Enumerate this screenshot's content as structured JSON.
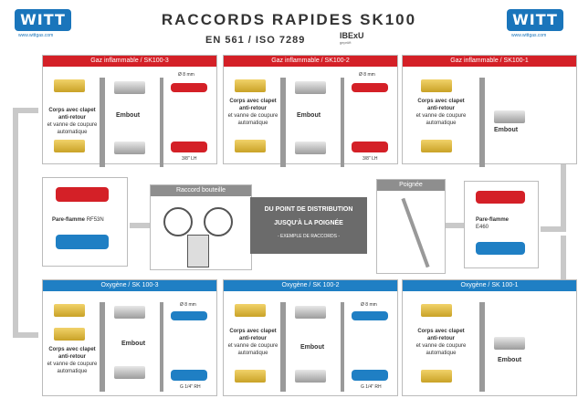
{
  "header": {
    "logo_left": "WITT",
    "logo_left_url": "www.wittgas.com",
    "logo_right": "WITT",
    "logo_right_url": "www.wittgas.com",
    "title": "RACCORDS RAPIDES SK100",
    "subtitle": "EN 561 / ISO 7289",
    "ibexu": "IBExU",
    "ibexu_sub": "geprüft"
  },
  "panels": {
    "red1": {
      "title": "Gaz inflammable / SK100-3",
      "body": "Corps avec clapet",
      "body2": "anti-retour",
      "body3": "et vanne de coupure automatique",
      "embout": "Embout",
      "size1": "Ø 8 mm",
      "size2": "3/8\" LH"
    },
    "red2": {
      "title": "Gaz inflammable / SK100-2",
      "body": "Corps avec clapet",
      "body2": "anti-retour",
      "body3": "et vanne de coupure automatique",
      "embout": "Embout",
      "size1": "Ø 8 mm",
      "size2": "3/8\" LH"
    },
    "red3": {
      "title": "Gaz inflammable / SK100-1",
      "body": "Corps avec clapet",
      "body2": "anti-retour",
      "body3": "et vanne de coupure automatique",
      "embout": "Embout"
    },
    "blue1": {
      "title": "Oxygène / SK 100-3",
      "body": "Corps avec clapet",
      "body2": "anti-retour",
      "body3": "et vanne de coupure automatique",
      "embout": "Embout",
      "size1": "Ø 8 mm",
      "size2": "G 1/4\" RH"
    },
    "blue2": {
      "title": "Oxygène / SK 100-2",
      "body": "Corps avec clapet",
      "body2": "anti-retour",
      "body3": "et vanne de coupure automatique",
      "embout": "Embout",
      "size1": "Ø 8 mm",
      "size2": "G 1/4\" RH"
    },
    "blue3": {
      "title": "Oxygène / SK 100-1",
      "body": "Corps avec clapet",
      "body2": "anti-retour",
      "body3": "et vanne de coupure automatique",
      "embout": "Embout"
    }
  },
  "left_box": {
    "label": "Pare-flamme",
    "model": "RF53N"
  },
  "right_box": {
    "label": "Pare-flamme",
    "model": "E460"
  },
  "bouteille": {
    "title": "Raccord bouteille"
  },
  "poignee": {
    "title": "Poignée"
  },
  "center": {
    "line1": "DU POINT DE DISTRIBUTION",
    "line2": "JUSQU'À LA POIGNÉE",
    "line3": "- EXEMPLE DE RACCORDS -"
  },
  "colors": {
    "red": "#d42027",
    "blue": "#1f7fc4",
    "gray": "#8e8e8e",
    "brand": "#1a75bb"
  }
}
